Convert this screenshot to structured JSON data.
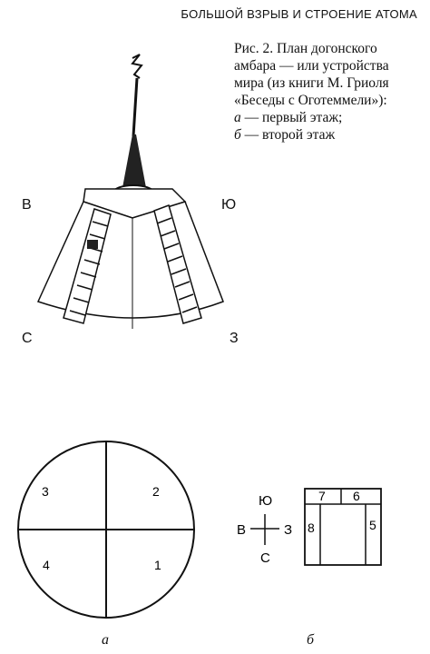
{
  "header": "БОЛЬШОЙ ВЗРЫВ И СТРОЕНИЕ АТОМА",
  "caption": {
    "line1": "Рис. 2. План догонского",
    "line2": "амбара — или устройства",
    "line3": "мира (из книги М. Гриоля",
    "line4": "«Беседы с Оготеммели»):",
    "line5_letter": "а",
    "line5_text": " — первый этаж;",
    "line6_letter": "б",
    "line6_text": " — второй этаж"
  },
  "granary_directions": {
    "top_left": "В",
    "top_right": "Ю",
    "bottom_left": "С",
    "bottom_right": "З"
  },
  "plan_a": {
    "quadrants": [
      "3",
      "2",
      "4",
      "1"
    ],
    "label": "а"
  },
  "plan_b": {
    "rooms": [
      "7",
      "6",
      "8",
      "5"
    ],
    "label": "б"
  },
  "compass": {
    "north": "Ю",
    "west": "В",
    "east": "З",
    "south": "С"
  }
}
